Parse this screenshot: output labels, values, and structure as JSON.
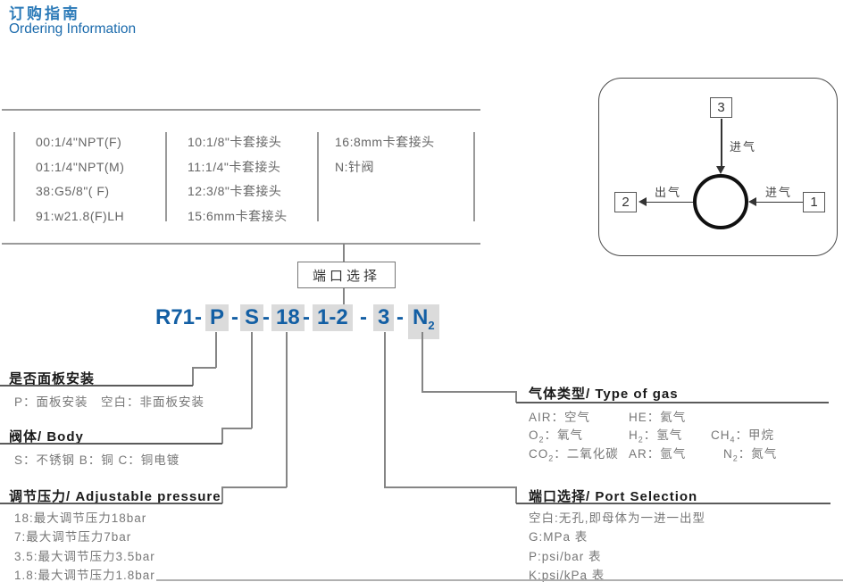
{
  "title": {
    "cn": "订购指南",
    "en": "Ordering Information"
  },
  "port_table": {
    "col1": [
      "00:1/4\"NPT(F)",
      "01:1/4\"NPT(M)",
      "38:G5/8\"( F)",
      "91:w21.8(F)LH"
    ],
    "col2": [
      "10:1/8\"卡套接头",
      "11:1/4\"卡套接头",
      "12:3/8\"卡套接头",
      "15:6mm卡套接头"
    ],
    "col3": [
      "16:8mm卡套接头",
      "N:针阀"
    ]
  },
  "port_select_box": {
    "label": "端口选择"
  },
  "part_number": {
    "prefix": "R71-",
    "sep": "-",
    "seg_panel": "P",
    "seg_body": "S",
    "seg_pressure": "18",
    "seg_ports": "1-2",
    "seg_gauge": "3",
    "seg_gas": "N",
    "seg_gas_sub": "2"
  },
  "sections": {
    "panel_mount": {
      "title": "是否面板安装",
      "line1": "P：面板安装　空白：非面板安装"
    },
    "valve_body": {
      "title": "阀体/ Body",
      "line1": "S：不锈钢  B：铜  C：铜电镀"
    },
    "pressure": {
      "title": "调节压力/ Adjustable pressure",
      "lines": [
        "18:最大调节压力18bar",
        "7:最大调节压力7bar",
        "3.5:最大调节压力3.5bar",
        "1.8:最大调节压力1.8bar"
      ]
    },
    "gas": {
      "title": "气体类型/ Type of gas",
      "colon": "：",
      "entries": [
        {
          "code": "AIR",
          "sub": "",
          "name": "空气"
        },
        {
          "code": "HE",
          "sub": "",
          "name": "氦气"
        },
        {
          "code": "O",
          "sub": "2",
          "name": "氧气"
        },
        {
          "code": "H",
          "sub": "2",
          "name": "氢气"
        },
        {
          "code": "CH",
          "sub": "4",
          "name": "甲烷"
        },
        {
          "code": "CO",
          "sub": "2",
          "name": "二氧化碳"
        },
        {
          "code": "AR",
          "sub": "",
          "name": "氩气"
        },
        {
          "code": "N",
          "sub": "2",
          "name": "氮气"
        }
      ]
    },
    "port_selection": {
      "title": "端口选择/ Port Selection",
      "lines": [
        "空白:无孔,即母体为一进一出型",
        "G:MPa 表",
        "P:psi/bar 表",
        "K:psi/kPa 表"
      ]
    }
  },
  "diagram": {
    "port1": "1",
    "port2": "2",
    "port3": "3",
    "label_top": "进气",
    "label_left": "出气",
    "label_right": "进气"
  },
  "colors": {
    "title_blue": "#2B7AB8",
    "en_blue": "#1A6AAC",
    "part_blue": "#135FA4",
    "segment_bg": "#DBDBDB"
  }
}
